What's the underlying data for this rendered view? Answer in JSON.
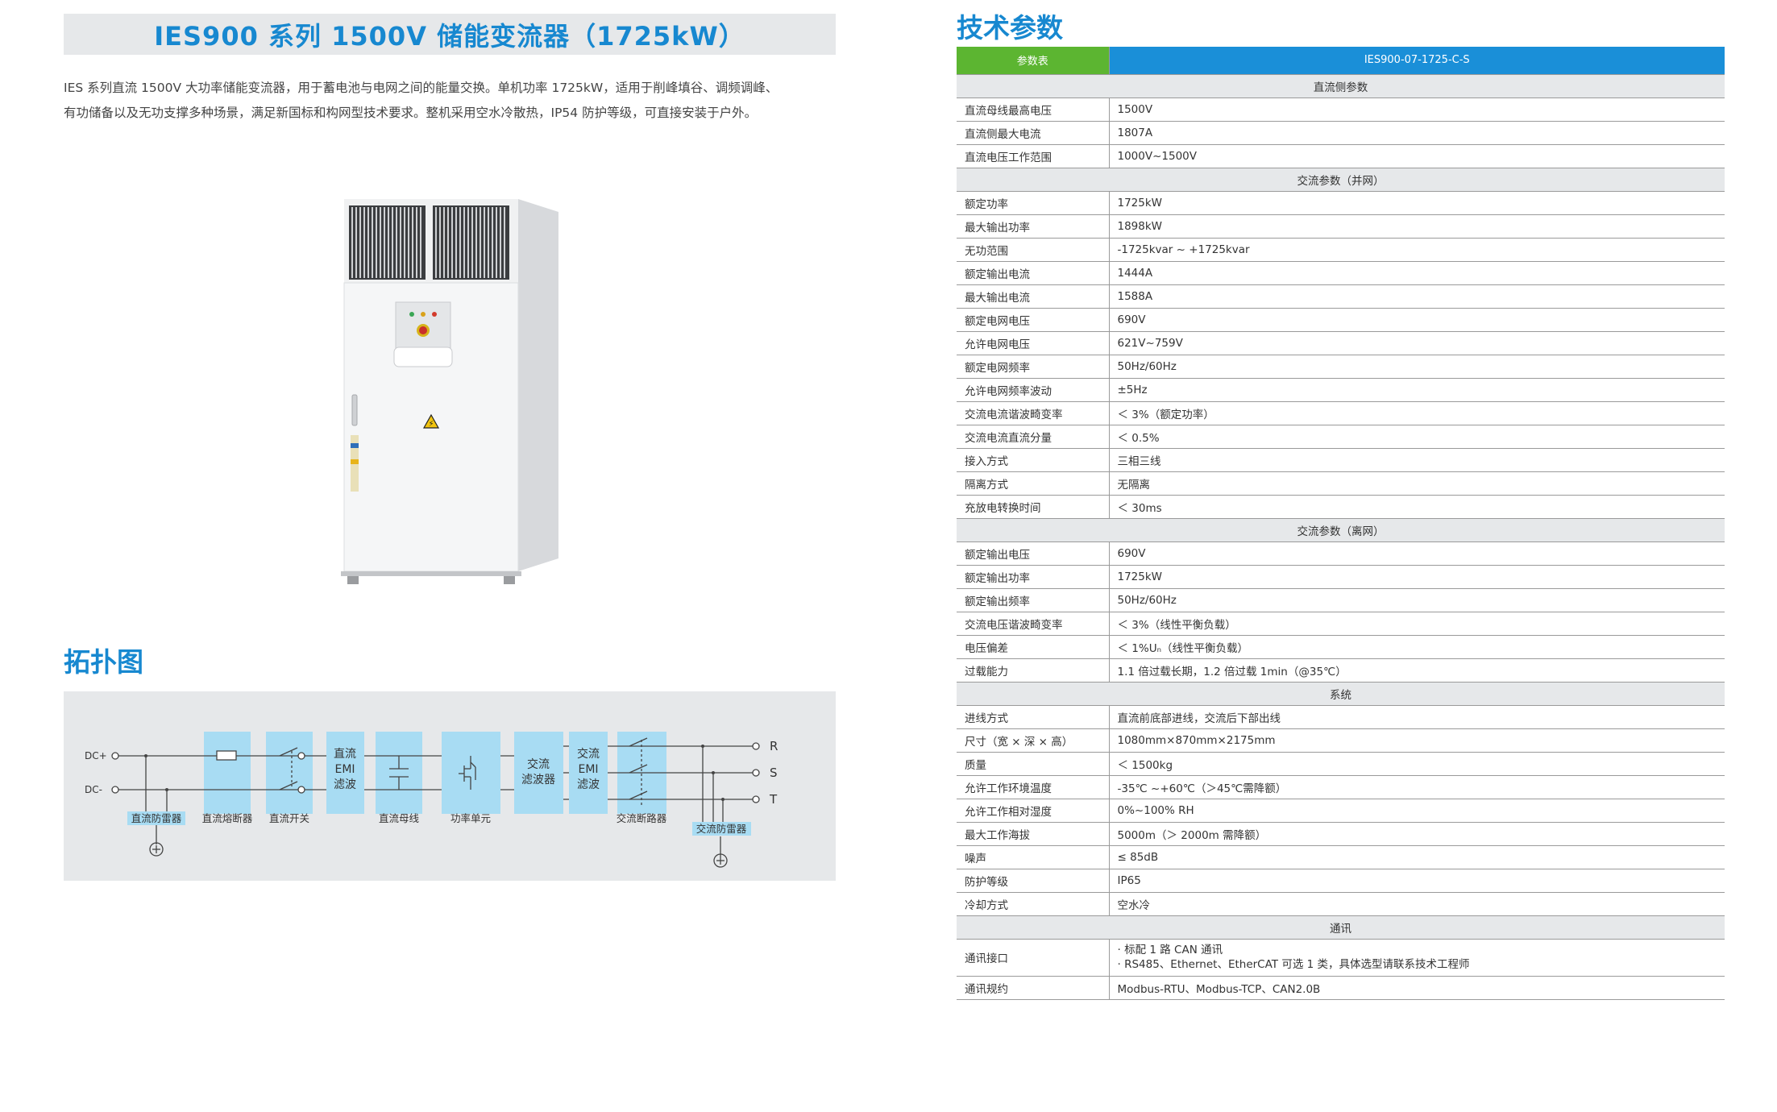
{
  "header": {
    "title": "IES900 系列 1500V 储能变流器（1725kW）"
  },
  "intro": {
    "line1": "IES 系列直流 1500V 大功率储能变流器，用于蓄电池与电网之间的能量交换。单机功率 1725kW，适用于削峰填谷、调频调峰、",
    "line2": "有功储备以及无功支撑多种场景，满足新国标和构网型技术要求。整机采用空水冷散热，IP54 防护等级，可直接安装于户外。"
  },
  "topology": {
    "title": "拓扑图",
    "dc_plus": "DC+",
    "dc_minus": "DC-",
    "dc_surge": "直流防雷器",
    "dc_fuse": "直流熔断器",
    "dc_switch": "直流开关",
    "dc_emi": [
      "直流",
      "EMI",
      "滤波"
    ],
    "dc_bus": "直流母线",
    "power_unit": "功率单元",
    "ac_filter": [
      "交流",
      "滤波器"
    ],
    "ac_emi": [
      "交流",
      "EMI",
      "滤波"
    ],
    "ac_breaker": "交流断路器",
    "ac_surge": "交流防雷器",
    "phase_r": "R",
    "phase_s": "S",
    "phase_t": "T"
  },
  "specs": {
    "title": "技术参数",
    "head_key": "参数表",
    "head_val": "IES900-07-1725-C-S",
    "sec_dc": "直流侧参数",
    "dc": [
      [
        "直流母线最高电压",
        "1500V"
      ],
      [
        "直流侧最大电流",
        "1807A"
      ],
      [
        "直流电压工作范围",
        "1000V~1500V"
      ]
    ],
    "sec_ac_grid": "交流参数（并网）",
    "ac_grid": [
      [
        "额定功率",
        "1725kW"
      ],
      [
        "最大输出功率",
        "1898kW"
      ],
      [
        "无功范围",
        "-1725kvar ~ +1725kvar"
      ],
      [
        "额定输出电流",
        "1444A"
      ],
      [
        "最大输出电流",
        "1588A"
      ],
      [
        "额定电网电压",
        "690V"
      ],
      [
        "允许电网电压",
        "621V~759V"
      ],
      [
        "额定电网频率",
        "50Hz/60Hz"
      ],
      [
        "允许电网频率波动",
        "±5Hz"
      ],
      [
        "交流电流谐波畸变率",
        "＜ 3%（额定功率）"
      ],
      [
        "交流电流直流分量",
        "＜ 0.5%"
      ],
      [
        "接入方式",
        "三相三线"
      ],
      [
        "隔离方式",
        "无隔离"
      ],
      [
        "充放电转换时间",
        "＜ 30ms"
      ]
    ],
    "sec_ac_off": "交流参数（离网）",
    "ac_off": [
      [
        "额定输出电压",
        "690V"
      ],
      [
        "额定输出功率",
        "1725kW"
      ],
      [
        "额定输出频率",
        "50Hz/60Hz"
      ],
      [
        "交流电压谐波畸变率",
        "＜ 3%（线性平衡负载）"
      ],
      [
        "电压偏差",
        "＜ 1%Uₙ（线性平衡负载）"
      ],
      [
        "过载能力",
        "1.1 倍过载长期，1.2 倍过载 1min（@35℃）"
      ]
    ],
    "sec_sys": "系统",
    "sys": [
      [
        "进线方式",
        "直流前底部进线，交流后下部出线"
      ],
      [
        "尺寸（宽 × 深 × 高）",
        "1080mm×870mm×2175mm"
      ],
      [
        "质量",
        "＜ 1500kg"
      ],
      [
        "允许工作环境温度",
        "-35℃ ~+60℃（＞45℃需降额）"
      ],
      [
        "允许工作相对湿度",
        "0%~100% RH"
      ],
      [
        "最大工作海拔",
        "5000m（＞ 2000m 需降额）"
      ],
      [
        "噪声",
        "≤ 85dB"
      ],
      [
        "防护等级",
        "IP65"
      ],
      [
        "冷却方式",
        "空水冷"
      ]
    ],
    "sec_comm": "通讯",
    "comm_if_key": "通讯接口",
    "comm_if_val1": "· 标配 1 路 CAN 通讯",
    "comm_if_val2": "· RS485、Ethernet、EtherCAT 可选 1 类，具体选型请联系技术工程师",
    "comm_proto_key": "通讯规约",
    "comm_proto_val": "Modbus-RTU、Modbus-TCP、CAN2.0B"
  },
  "colors": {
    "accent": "#1788d0",
    "green": "#5cb531",
    "blue_head": "#1a8fd8",
    "block": "#a8dcf3",
    "panel": "#e6e8ea"
  }
}
